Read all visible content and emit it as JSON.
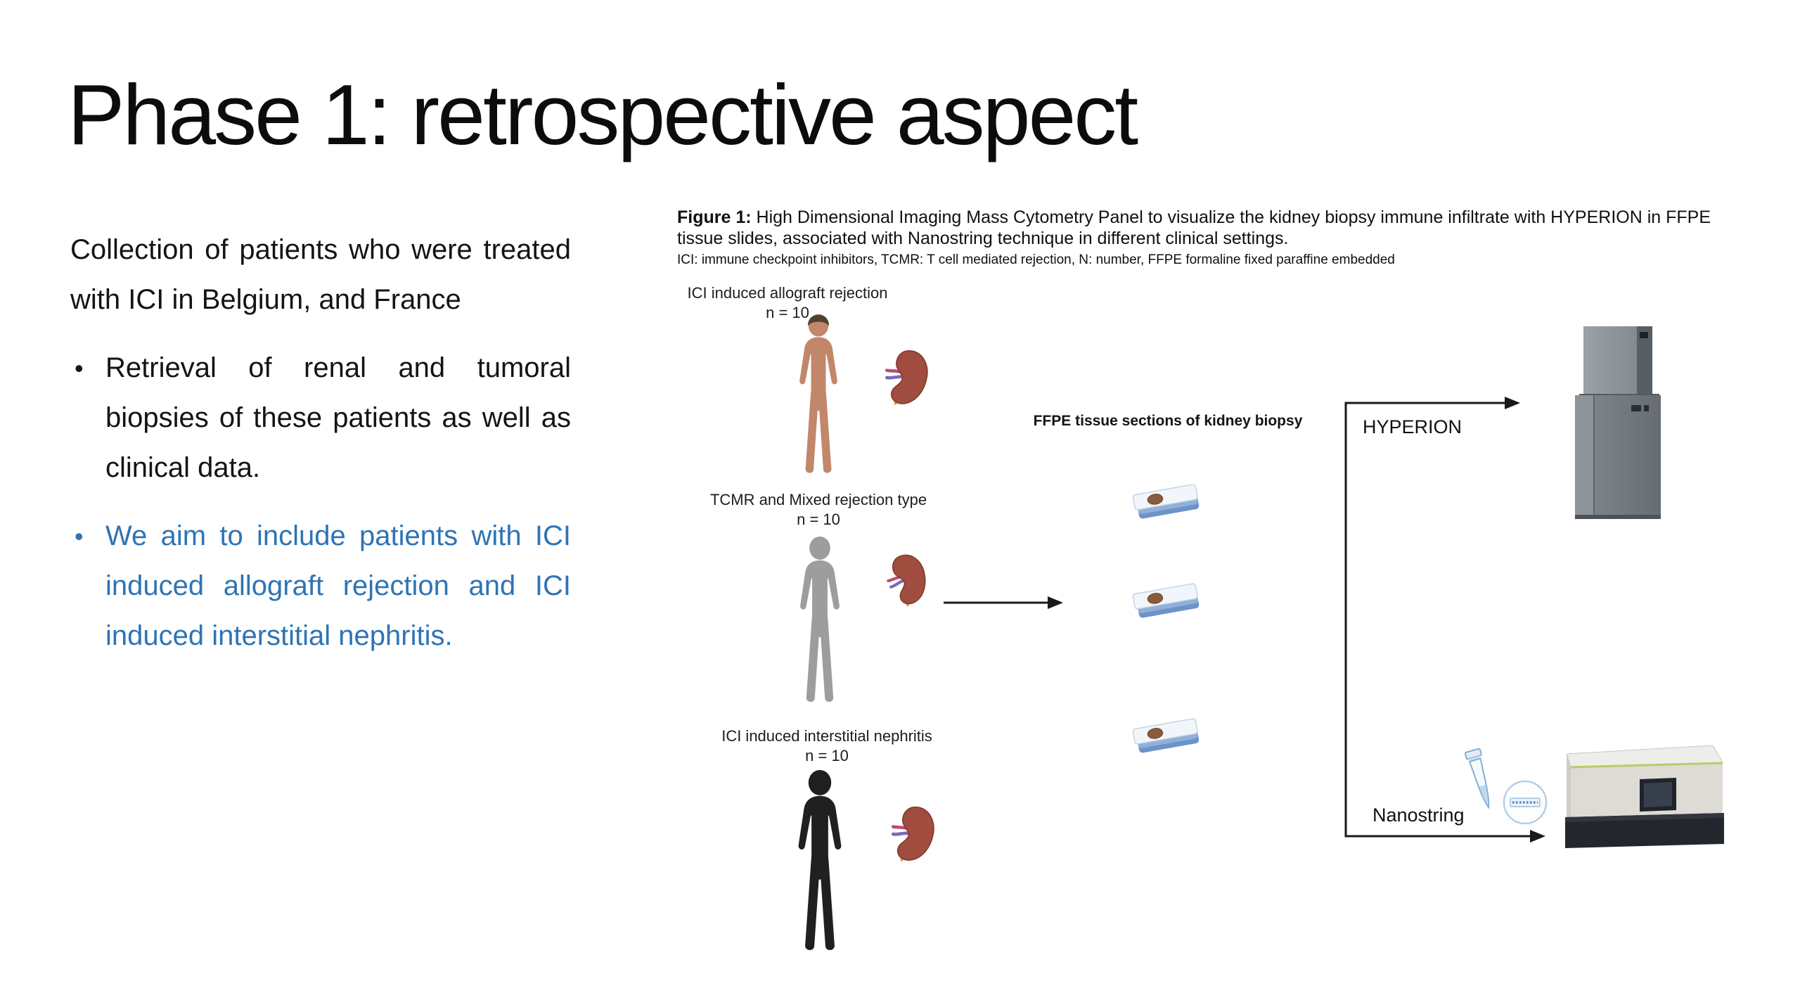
{
  "slide": {
    "title": "Phase 1: retrospective aspect",
    "intro": "Collection of patients who were treated with ICI in Belgium, and France",
    "bullets": [
      {
        "text": "Retrieval of renal and tumoral biopsies of these patients as well as clinical data.",
        "color": "#141414"
      },
      {
        "text": "We aim to include patients with ICI induced allograft rejection and ICI induced interstitial nephritis.",
        "color": "#2e74b5"
      }
    ]
  },
  "figure": {
    "caption": {
      "label": "Figure 1:",
      "text": "High Dimensional Imaging Mass Cytometry Panel to visualize the kidney biopsy immune infiltrate with HYPERION in FFPE tissue slides, associated with Nanostring technique in different clinical settings.",
      "abbreviations": "ICI: immune checkpoint inhibitors, TCMR: T cell mediated rejection, N: number, FFPE formaline fixed paraffine embedded"
    },
    "groups": [
      {
        "label": "ICI induced allograft rejection",
        "count": "n = 10"
      },
      {
        "label": "TCMR and Mixed rejection type",
        "count": "n = 10"
      },
      {
        "label": "ICI induced interstitial nephritis",
        "count": "n = 10"
      }
    ],
    "ffpe_sections_label": "FFPE tissue sections of kidney biopsy",
    "instruments": {
      "hyperion": "HYPERION",
      "nanostring": "Nanostring"
    }
  },
  "colors": {
    "accent_blue": "#2e74b5",
    "text_black": "#141414",
    "person_skin": "#c2876a",
    "person_gray": "#9d9d9d",
    "person_black": "#202020",
    "kidney": "#a04c3e",
    "slide_blue": "#6d93c8"
  }
}
